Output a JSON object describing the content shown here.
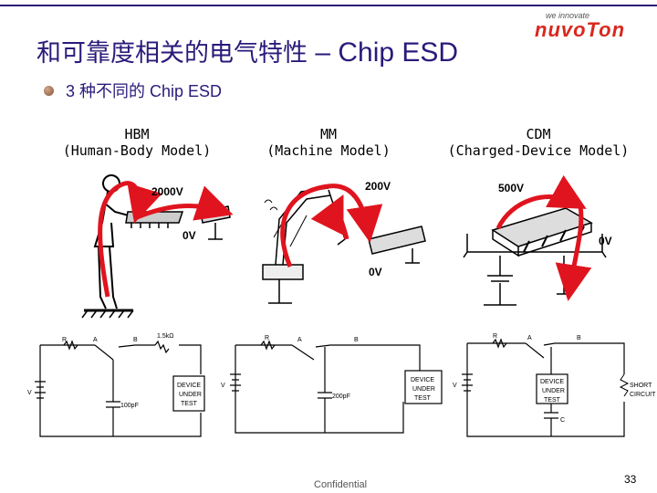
{
  "title": {
    "zh": "和可靠度相关的电气特性",
    "en": " – Chip ESD"
  },
  "logo": {
    "tagline": "we innovate",
    "name": "nuvoTon"
  },
  "bullet": {
    "number": "3 ",
    "zh": "种不同的",
    "en": " Chip ESD"
  },
  "models": [
    {
      "name": "HBM",
      "full": "(Human-Body Model)",
      "high_voltage": "2000V",
      "low_voltage": "0V"
    },
    {
      "name": "MM",
      "full": "(Machine Model)",
      "high_voltage": "200V",
      "low_voltage": "0V"
    },
    {
      "name": "CDM",
      "full": "(Charged-Device Model)",
      "high_voltage": "500V",
      "low_voltage": "0V"
    }
  ],
  "circuits": {
    "hbm": {
      "r_label": "R",
      "a_label": "A",
      "b_label": "B",
      "r2_label": "1.5kΩ",
      "c_label": "100pF",
      "v_label": "V",
      "dut": [
        "DEVICE",
        "UNDER",
        "TEST"
      ]
    },
    "mm": {
      "r_label": "R",
      "a_label": "A",
      "b_label": "B",
      "c_label": "200pF",
      "v_label": "V",
      "dut": [
        "DEVICE",
        "UNDER",
        "TEST"
      ]
    },
    "cdm": {
      "r_label": "R",
      "a_label": "A",
      "b_label": "B",
      "c_label": "C",
      "v_label": "V",
      "dut": [
        "DEVICE",
        "UNDER",
        "TEST"
      ],
      "short": [
        "SHORT",
        "CIRCUIT"
      ]
    }
  },
  "footer": {
    "confidential": "Confidential",
    "page": "33"
  },
  "colors": {
    "title": "#2a1a7a",
    "arrow": "#e0141e",
    "logo": "#d8281e"
  }
}
